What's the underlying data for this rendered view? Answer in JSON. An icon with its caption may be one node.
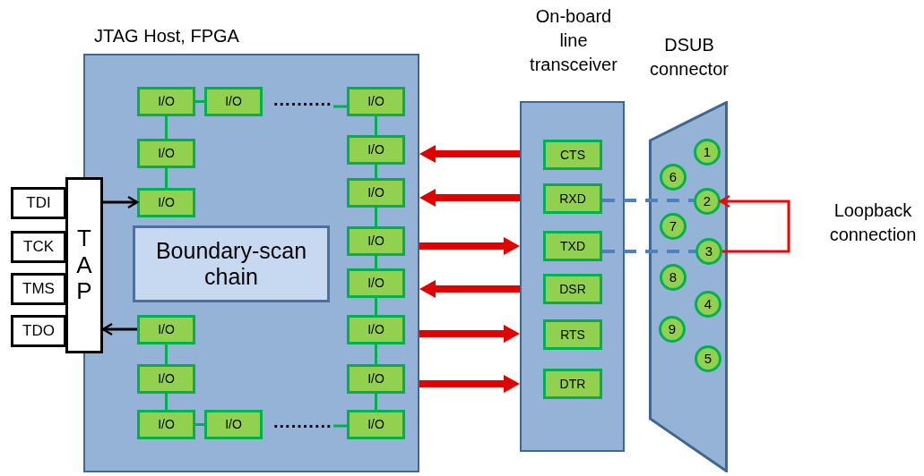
{
  "diagram": {
    "nodes": [
      {
        "text": [
          "JTAG Host, FPGA"
        ]
      },
      {
        "text": [
          "I/O"
        ],
        "in": 0
      },
      {
        "text": [
          "I/O"
        ],
        "in": 0
      },
      {
        "text": [
          "I/O"
        ],
        "in": 0
      },
      {
        "text": [
          "I/O"
        ],
        "in": 0
      },
      {
        "text": [
          "I/O"
        ],
        "in": 0
      },
      {
        "text": [
          "I/O"
        ],
        "in": 0
      },
      {
        "text": [
          "I/O"
        ],
        "in": 0
      },
      {
        "text": [
          "Boundary-scan chain"
        ],
        "in": 0
      },
      {
        "text": [
          "I/O"
        ],
        "in": 0
      },
      {
        "text": [
          "I/O"
        ],
        "in": 0
      },
      {
        "text": [
          "I/O"
        ],
        "in": 0
      },
      {
        "text": [
          "I/O"
        ],
        "in": 0
      },
      {
        "text": [
          "I/O"
        ],
        "in": 0
      },
      {
        "text": [
          "I/O"
        ],
        "in": 0
      },
      {
        "text": [
          "I/O"
        ],
        "in": 0
      },
      {
        "text": [
          "I/O"
        ],
        "in": 0
      },
      {
        "text": [
          "I/O"
        ],
        "in": 0
      },
      {
        "text": [
          "T A P"
        ]
      },
      {
        "text": [
          "TDI"
        ]
      },
      {
        "text": [
          "TCK"
        ]
      },
      {
        "text": [
          "TMS"
        ]
      },
      {
        "text": [
          "TDO"
        ]
      },
      {
        "text": [
          "On-board line transceiver"
        ]
      },
      {
        "text": [
          "CTS"
        ],
        "in": 23
      },
      {
        "text": [
          "RXD"
        ],
        "in": 23
      },
      {
        "text": [
          "TXD"
        ],
        "in": 23
      },
      {
        "text": [
          "DSR"
        ],
        "in": 23
      },
      {
        "text": [
          "RTS"
        ],
        "in": 23
      },
      {
        "text": [
          "DTR"
        ],
        "in": 23
      },
      {
        "text": [
          "DSUB connector"
        ]
      },
      {
        "text": [
          "1"
        ],
        "in": 30
      },
      {
        "text": [
          "6"
        ],
        "in": 30
      },
      {
        "text": [
          "2"
        ],
        "in": 30
      },
      {
        "text": [
          "7"
        ],
        "in": 30
      },
      {
        "text": [
          "3"
        ],
        "in": 30
      },
      {
        "text": [
          "8"
        ],
        "in": 30
      },
      {
        "text": [
          "4"
        ],
        "in": 30
      },
      {
        "text": [
          "9"
        ],
        "in": 30
      },
      {
        "text": [
          "5"
        ],
        "in": 30
      }
    ],
    "edges": [
      {
        "from": 1,
        "to": 2,
        "arrow": "none"
      },
      {
        "from": 1,
        "to": 4,
        "arrow": "none"
      },
      {
        "from": 4,
        "to": 6,
        "arrow": "none"
      },
      {
        "from": 3,
        "to": 5,
        "arrow": "none"
      },
      {
        "from": 5,
        "to": 7,
        "arrow": "none"
      },
      {
        "from": 7,
        "to": 9,
        "arrow": "none"
      },
      {
        "from": 9,
        "to": 10,
        "arrow": "none"
      },
      {
        "from": 10,
        "to": 12,
        "arrow": "none"
      },
      {
        "from": 12,
        "to": 14,
        "arrow": "none"
      },
      {
        "from": 14,
        "to": 17,
        "arrow": "none"
      },
      {
        "from": 11,
        "to": 13,
        "arrow": "none"
      },
      {
        "from": 13,
        "to": 15,
        "arrow": "none"
      },
      {
        "from": 15,
        "to": 16,
        "arrow": "none"
      },
      {
        "from": 18,
        "to": 6,
        "arrow": "to",
        "color": "#000000"
      },
      {
        "from": 11,
        "to": 18,
        "arrow": "to",
        "color": "#000000"
      },
      {
        "from": 23,
        "to": 0,
        "arrow": "to",
        "style": "thick",
        "color": "#e00000"
      },
      {
        "from": 23,
        "to": 0,
        "arrow": "to",
        "style": "thick",
        "color": "#e00000"
      },
      {
        "from": 0,
        "to": 23,
        "arrow": "to",
        "style": "thick",
        "color": "#e00000"
      },
      {
        "from": 23,
        "to": 0,
        "arrow": "to",
        "style": "thick",
        "color": "#e00000"
      },
      {
        "from": 0,
        "to": 23,
        "arrow": "to",
        "style": "thick",
        "color": "#e00000"
      },
      {
        "from": 0,
        "to": 23,
        "arrow": "to",
        "style": "thick",
        "color": "#e00000"
      },
      {
        "from": 25,
        "to": 33,
        "arrow": "none",
        "style": "dashed",
        "color": "#4f81bd"
      },
      {
        "from": 26,
        "to": 35,
        "arrow": "none",
        "style": "dashed",
        "color": "#4f81bd"
      },
      {
        "from": 35,
        "to": 33,
        "arrow": "to",
        "color": "#ff0000"
      }
    ],
    "labels": [
      "..........",
      "..........",
      "Loopback connection"
    ]
  }
}
